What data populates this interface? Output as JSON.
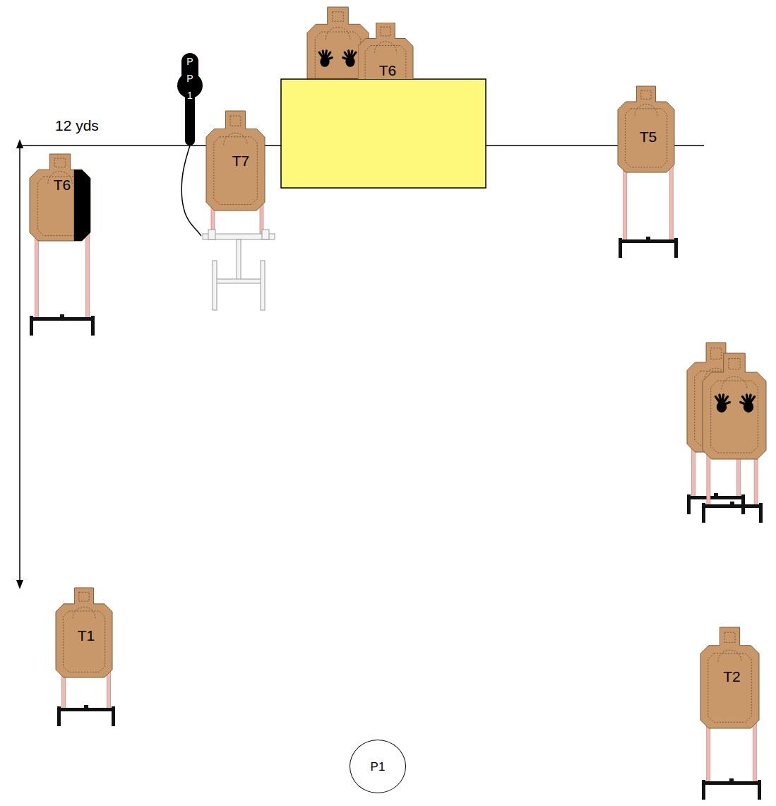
{
  "diagram": {
    "nodes": [
      {
        "text": [
          "P P 1"
        ]
      },
      {
        "text": [
          "T6"
        ]
      },
      {
        "text": [
          "T6"
        ]
      },
      {
        "text": [
          "T7"
        ]
      },
      {
        "text": [
          "T5"
        ]
      },
      {
        "text": [
          "T1"
        ]
      },
      {
        "text": [
          "T2"
        ]
      },
      {
        "text": [
          "P1"
        ]
      }
    ],
    "edges": [
      {
        "from": 0,
        "to": 3,
        "arrow": "none"
      }
    ],
    "labels": [
      "12 yds"
    ]
  }
}
